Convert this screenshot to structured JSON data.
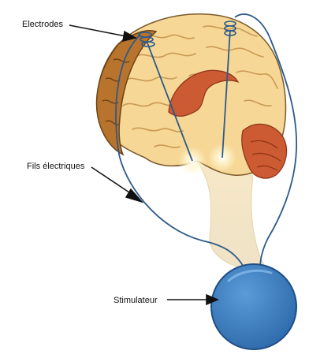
{
  "labels": {
    "electrodes": "Electrodes",
    "wires": "Fils électriques",
    "stimulator": "Stimulateur"
  },
  "colors": {
    "brain": "#f6d796",
    "brain_shade": "#e9bf72",
    "cut_surface": "#b8742c",
    "basal_ganglia": "#cc5a32",
    "stem": "#f3e6c8",
    "wire": "#2c5a8a",
    "stimulator": "#3f82c4",
    "stimulator_rim": "#1f4f86",
    "glow": "#fff6cf"
  }
}
